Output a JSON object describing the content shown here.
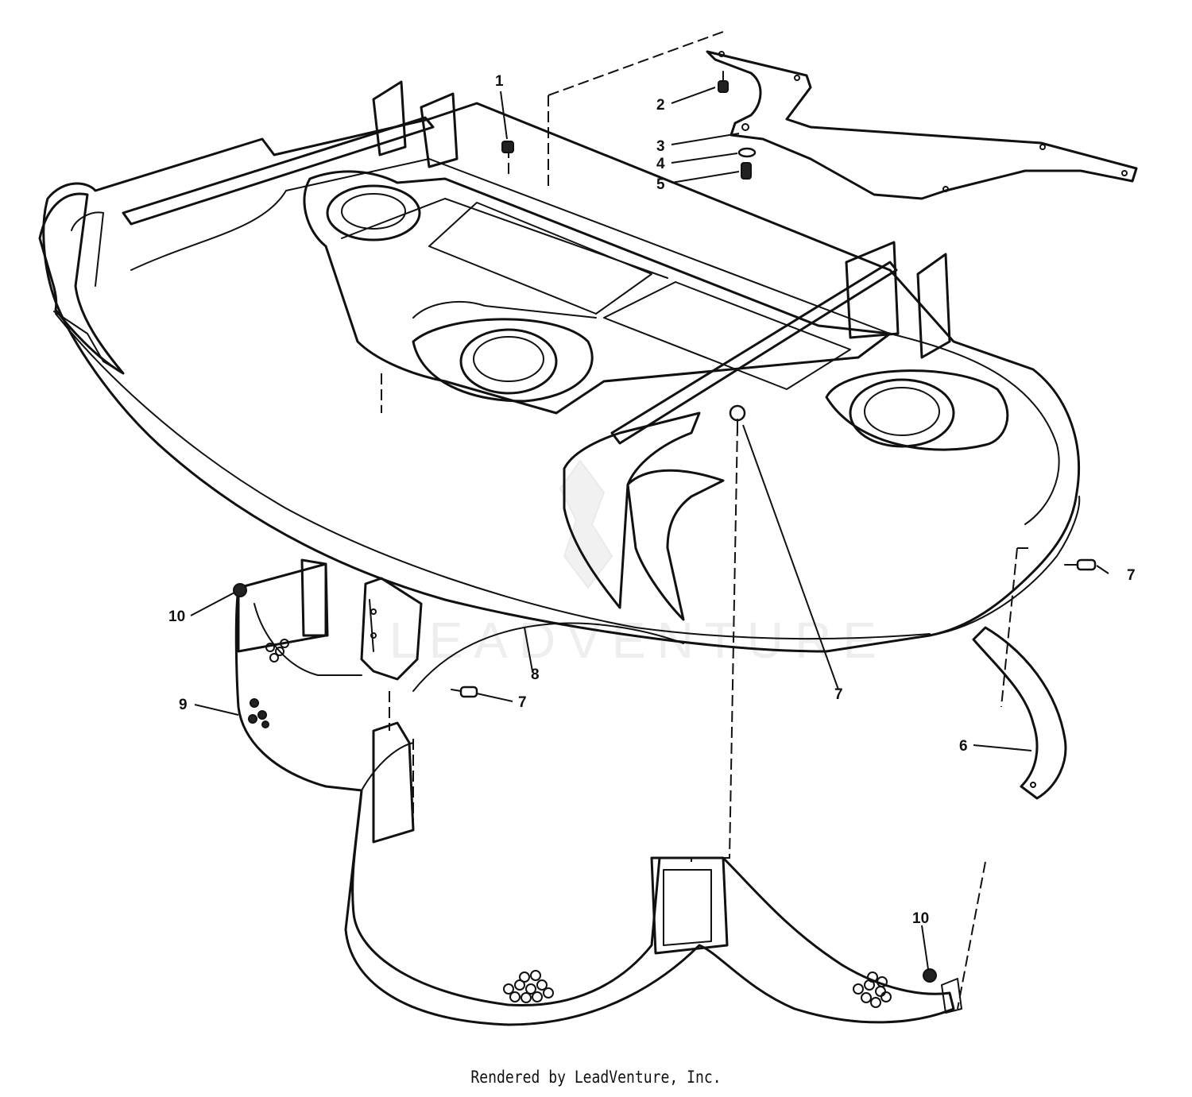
{
  "callouts": [
    "1",
    "2",
    "3",
    "4",
    "5",
    "7",
    "7",
    "10",
    "8",
    "7",
    "9",
    "6",
    "10"
  ],
  "watermark": "LEADVENTURE",
  "credit": "Rendered by LeadVenture, Inc.",
  "colors": {
    "line": "#111111",
    "background": "#ffffff",
    "watermark": "#eeeeee"
  }
}
